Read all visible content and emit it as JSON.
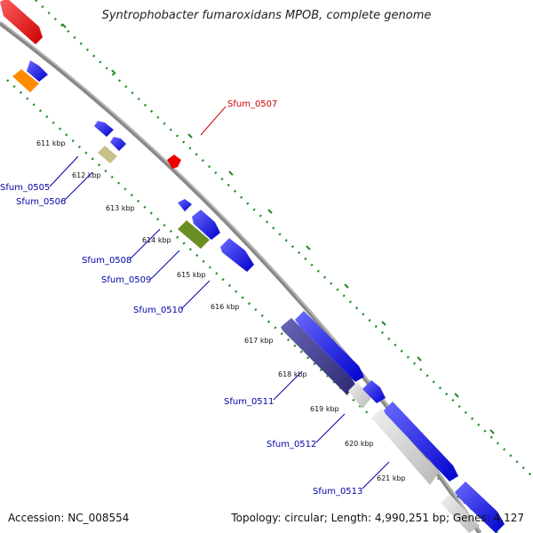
{
  "title": "Syntrophobacter fumaroxidans MPOB, complete genome",
  "footer": {
    "accession": "Accession: NC_008554",
    "summary": "Topology: circular; Length: 4,990,251 bp; Genes: 4,127"
  },
  "tick_labels": [
    "611 kbp",
    "612 kbp",
    "613 kbp",
    "614 kbp",
    "615 kbp",
    "616 kbp",
    "617 kbp",
    "618 kbp",
    "619 kbp",
    "620 kbp",
    "621 kbp"
  ],
  "gene_labels": [
    {
      "text": "Sfum_0507",
      "color": "#cc0000"
    },
    {
      "text": "Sfum_0505",
      "color": "#0000aa"
    },
    {
      "text": "Sfum_0506",
      "color": "#0000aa"
    },
    {
      "text": "Sfum_0508",
      "color": "#0000aa"
    },
    {
      "text": "Sfum_0509",
      "color": "#0000aa"
    },
    {
      "text": "Sfum_0510",
      "color": "#0000aa"
    },
    {
      "text": "Sfum_0511",
      "color": "#0000aa"
    },
    {
      "text": "Sfum_0512",
      "color": "#0000aa"
    },
    {
      "text": "Sfum_0513",
      "color": "#0000aa"
    }
  ],
  "colors": {
    "backbone": "#8a8a8a",
    "dots": "#228b22",
    "cds_forward": "#0000ee",
    "cds_reverse": "#dd0000",
    "orange": "#ff8c00",
    "khaki": "#c8c08a",
    "olive": "#6b8e23",
    "purple": "#3d3a8c",
    "grey": "#d0d0d0"
  }
}
